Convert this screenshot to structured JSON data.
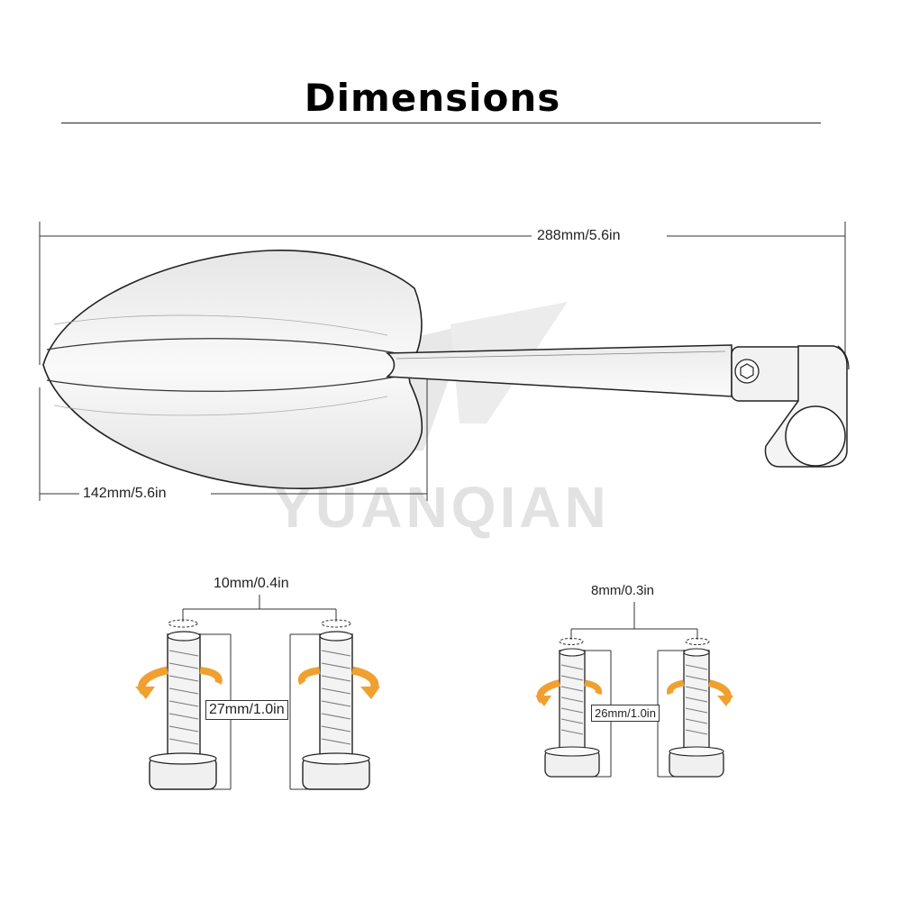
{
  "header": {
    "title": "Dimensions"
  },
  "watermark": {
    "text": "YUANQIAN",
    "color": "#e2e2e2"
  },
  "mirror_dimensions": {
    "total_length": "288mm/5.6in",
    "head_length": "142mm/5.6in"
  },
  "bolt_left": {
    "thread_diameter": "10mm/0.4in",
    "thread_length": "27mm/1.0in"
  },
  "bolt_right": {
    "thread_diameter": "8mm/0.3in",
    "thread_length": "26mm/1.0in"
  },
  "colors": {
    "arrow": "#f0a030",
    "line": "#333333"
  }
}
